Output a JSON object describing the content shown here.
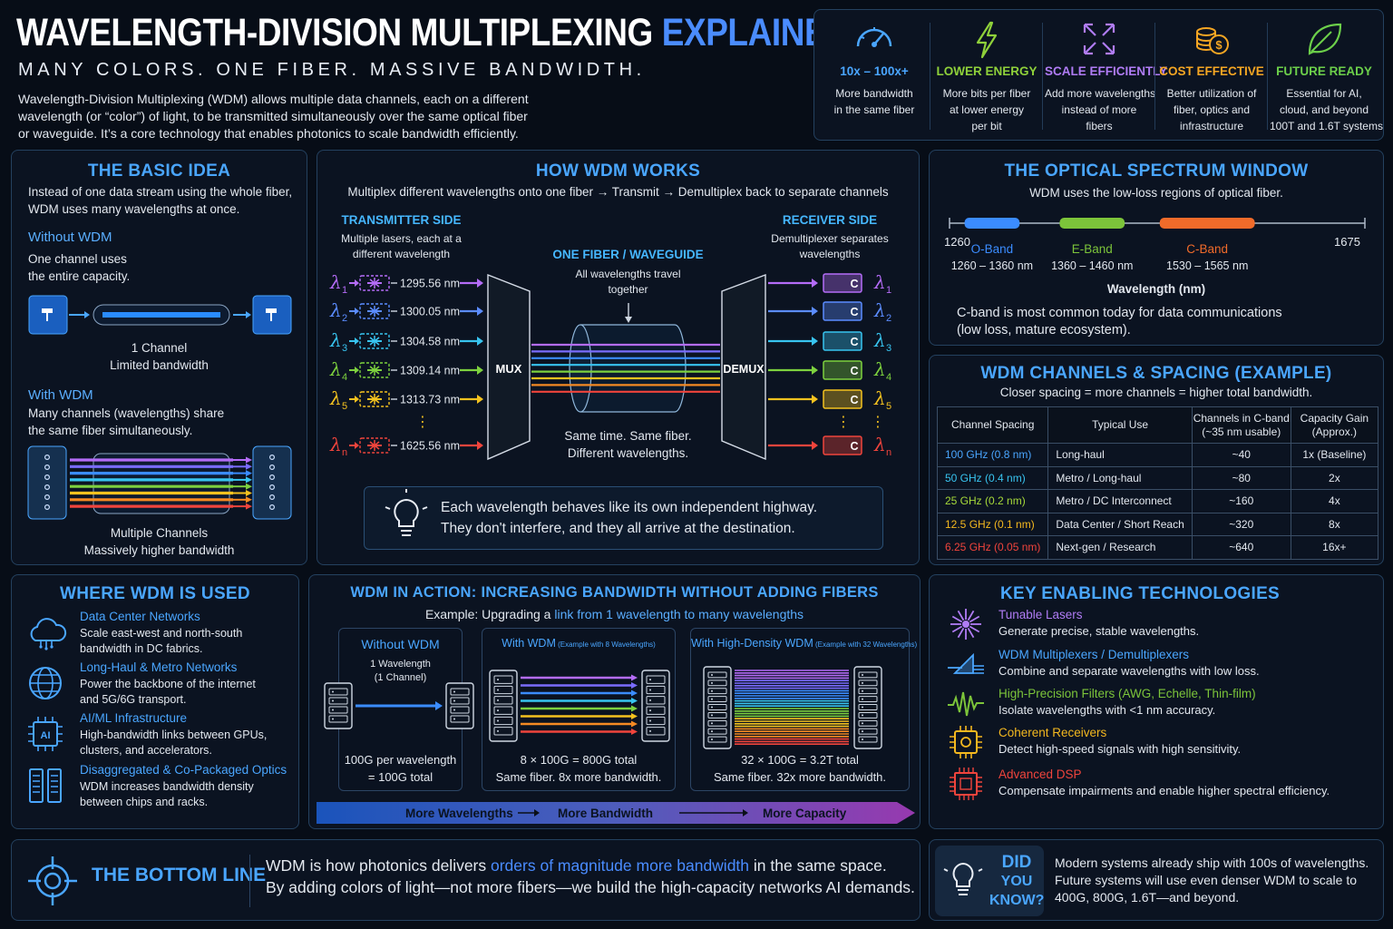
{
  "header": {
    "title_main": "WAVELENGTH-DIVISION MULTIPLEXING",
    "title_accent": "EXPLAINED",
    "tagline": "MANY COLORS. ONE FIBER. MASSIVE BANDWIDTH.",
    "intro": [
      "Wavelength-Division Multiplexing (WDM) allows multiple data channels, each on a different",
      "wavelength (or “color”) of light, to be transmitted simultaneously over the same optical fiber",
      "or waveguide. It’s a core technology that enables photonics to scale bandwidth efficiently."
    ]
  },
  "benefits": [
    {
      "icon": "speedometer-icon",
      "title": "10x – 100x+",
      "color": "#4aa6ff",
      "desc": [
        "More bandwidth",
        "in the same fiber"
      ]
    },
    {
      "icon": "lightning-icon",
      "title": "LOWER ENERGY",
      "color": "#8fd13a",
      "desc": [
        "More bits per fiber",
        "at lower energy",
        "per bit"
      ]
    },
    {
      "icon": "expand-arrows-icon",
      "title": "SCALE EFFICIENTLY",
      "color": "#b07cf5",
      "desc": [
        "Add more wavelengths",
        "instead of more",
        "fibers"
      ]
    },
    {
      "icon": "coins-icon",
      "title": "COST EFFECTIVE",
      "color": "#f5a623",
      "desc": [
        "Better utilization of",
        "fiber, optics and",
        "infrastructure"
      ]
    },
    {
      "icon": "leaf-icon",
      "title": "FUTURE READY",
      "color": "#6ccf4a",
      "desc": [
        "Essential for AI,",
        "cloud, and beyond",
        "100T and 1.6T systems"
      ]
    }
  ],
  "basic": {
    "title": "THE BASIC IDEA",
    "intro": [
      "Instead of one data stream using the whole fiber,",
      "WDM uses many wavelengths at once."
    ],
    "without_title": "Without WDM",
    "without_desc": [
      "One channel uses",
      "the entire capacity."
    ],
    "without_caption": [
      "1 Channel",
      "Limited bandwidth"
    ],
    "with_title": "With WDM",
    "with_desc": [
      "Many channels (wavelengths) share",
      "the same fiber simultaneously."
    ],
    "with_caption": [
      "Multiple Channels",
      "Massively higher bandwidth"
    ]
  },
  "how": {
    "title": "HOW WDM WORKS",
    "subtitle": "Multiplex different wavelengths onto one fiber → Transmit → Demultiplex back to separate channels",
    "tx_title": "TRANSMITTER SIDE",
    "tx_desc": [
      "Multiple lasers, each at a",
      "different wavelength"
    ],
    "fiber_title": "ONE FIBER / WAVEGUIDE",
    "fiber_desc": [
      "All wavelengths travel",
      "together"
    ],
    "rx_title": "RECEIVER SIDE",
    "rx_desc": [
      "Demultiplexer separates",
      "wavelengths"
    ],
    "mux": "MUX",
    "demux": "DEMUX",
    "fiber_caption": [
      "Same time. Same fiber.",
      "Different wavelengths."
    ],
    "channels": [
      {
        "sym": "λ",
        "sub": "1",
        "nm": "1295.56 nm",
        "color": "#b46cf7"
      },
      {
        "sym": "λ",
        "sub": "2",
        "nm": "1300.05 nm",
        "color": "#5b8cff"
      },
      {
        "sym": "λ",
        "sub": "3",
        "nm": "1304.58 nm",
        "color": "#38c4f0"
      },
      {
        "sym": "λ",
        "sub": "4",
        "nm": "1309.14 nm",
        "color": "#7dd13e"
      },
      {
        "sym": "λ",
        "sub": "5",
        "nm": "1313.73 nm",
        "color": "#f4c21f"
      },
      {
        "sym": "λ",
        "sub": "n",
        "nm": "1625.56 nm",
        "color": "#f0443c"
      }
    ],
    "ellipsis": "⋮",
    "receiver_letter": "C",
    "tip": [
      "Each wavelength behaves like its own independent highway.",
      "They don't interfere, and they all arrive at the destination."
    ]
  },
  "spectrum": {
    "title": "THE OPTICAL SPECTRUM WINDOW",
    "subtitle": "WDM uses the low-loss regions of optical fiber.",
    "axis_min": "1260",
    "axis_max": "1675",
    "xlabel": "Wavelength (nm)",
    "bands": [
      {
        "name": "O-Band",
        "range": "1260 – 1360 nm",
        "color": "#3b8cff",
        "start": 1275,
        "end": 1330
      },
      {
        "name": "E-Band",
        "range": "1360 – 1460 nm",
        "color": "#7cc43a",
        "start": 1370,
        "end": 1435
      },
      {
        "name": "C-Band",
        "range": "1530 – 1565 nm",
        "color": "#f06b2a",
        "start": 1470,
        "end": 1565
      }
    ],
    "note": [
      "C-band is most common today for data communications",
      "(low loss, mature ecosystem)."
    ]
  },
  "channels_table": {
    "title": "WDM CHANNELS & SPACING (EXAMPLE)",
    "subtitle": "Closer spacing = more channels = higher total bandwidth.",
    "headers": [
      [
        "Channel Spacing"
      ],
      [
        "Typical Use"
      ],
      [
        "Channels in C-band",
        "(~35 nm usable)"
      ],
      [
        "Capacity Gain",
        "(Approx.)"
      ]
    ],
    "rows": [
      {
        "spacing": "100 GHz (0.8 nm)",
        "use": "Long-haul",
        "channels": "~40",
        "gain": "1x (Baseline)",
        "color": "#4aa6ff"
      },
      {
        "spacing": "50 GHz (0.4 nm)",
        "use": "Metro / Long-haul",
        "channels": "~80",
        "gain": "2x",
        "color": "#38c4f0"
      },
      {
        "spacing": "25 GHz (0.2 nm)",
        "use": "Metro / DC Interconnect",
        "channels": "~160",
        "gain": "4x",
        "color": "#a6d93a"
      },
      {
        "spacing": "12.5 GHz (0.1 nm)",
        "use": "Data Center / Short Reach",
        "channels": "~320",
        "gain": "8x",
        "color": "#f4b81f"
      },
      {
        "spacing": "6.25 GHz (0.05 nm)",
        "use": "Next-gen / Research",
        "channels": "~640",
        "gain": "16x+",
        "color": "#f0443c"
      }
    ]
  },
  "where": {
    "title": "WHERE WDM IS USED",
    "items": [
      {
        "icon": "cloud-icon",
        "title": "Data Center Networks",
        "desc": [
          "Scale east-west and north-south",
          "bandwidth in DC fabrics."
        ]
      },
      {
        "icon": "globe-icon",
        "title": "Long-Haul & Metro Networks",
        "desc": [
          "Power the backbone of the internet",
          "and 5G/6G transport."
        ]
      },
      {
        "icon": "chip-icon",
        "title": "AI/ML Infrastructure",
        "desc": [
          "High-bandwidth links between GPUs,",
          "clusters, and accelerators."
        ]
      },
      {
        "icon": "server-rack-icon",
        "title": "Disaggregated & Co-Packaged Optics",
        "desc": [
          "WDM increases bandwidth density",
          "between chips and racks."
        ]
      }
    ]
  },
  "action": {
    "title": "WDM IN ACTION: INCREASING BANDWIDTH WITHOUT ADDING FIBERS",
    "example_prefix": "Example: Upgrading a ",
    "example_accent": "link from 1 wavelength to many wavelengths",
    "cards": [
      {
        "title": "Without WDM",
        "note": [
          "1 Wavelength",
          "(1 Channel)"
        ],
        "caption": [
          "100G per wavelength",
          "= 100G total"
        ]
      },
      {
        "title": "With WDM",
        "note": [
          "(Example with 8 Wavelengths)"
        ],
        "caption": [
          "8 × 100G = 800G total",
          "Same fiber. 8x more bandwidth."
        ]
      },
      {
        "title": "With High-Density WDM",
        "note": [
          "(Example with 32 Wavelengths)"
        ],
        "caption": [
          "32 × 100G = 3.2T total",
          "Same fiber. 32x more bandwidth."
        ]
      }
    ],
    "flow": [
      "More Wavelengths",
      "More Bandwidth",
      "More Capacity"
    ]
  },
  "tech": {
    "title": "KEY ENABLING TECHNOLOGIES",
    "items": [
      {
        "icon": "starburst-laser-icon",
        "title": "Tunable Lasers",
        "desc": "Generate precise, stable wavelengths.",
        "color": "#b07cf5"
      },
      {
        "icon": "mux-prism-icon",
        "title": "WDM Multiplexers / Demultiplexers",
        "desc": "Combine and separate wavelengths with low loss.",
        "color": "#4aa6ff"
      },
      {
        "icon": "waveform-icon",
        "title": "High-Precision Filters (AWG, Echelle, Thin-film)",
        "desc": "Isolate wavelengths with <1 nm accuracy.",
        "color": "#7cc43a"
      },
      {
        "icon": "receiver-chip-icon",
        "title": "Coherent Receivers",
        "desc": "Detect high-speed signals with high sensitivity.",
        "color": "#f4b81f"
      },
      {
        "icon": "processor-icon",
        "title": "Advanced DSP",
        "desc": "Compensate impairments and enable higher spectral efficiency.",
        "color": "#f0443c"
      }
    ]
  },
  "bottom": {
    "title": "THE BOTTOM LINE",
    "line1_prefix": "WDM is how photonics delivers ",
    "line1_accent": "orders of magnitude more bandwidth",
    "line1_suffix": " in the same space.",
    "line2": "By adding colors of light—not more fibers—we build the high-capacity networks AI demands."
  },
  "didyouknow": {
    "title": [
      "DID",
      "YOU",
      "KNOW?"
    ],
    "text": [
      "Modern systems already ship with 100s of wavelengths.",
      "Future systems will use even denser WDM to scale to",
      "400G, 800G, 1.6T—and beyond."
    ]
  }
}
